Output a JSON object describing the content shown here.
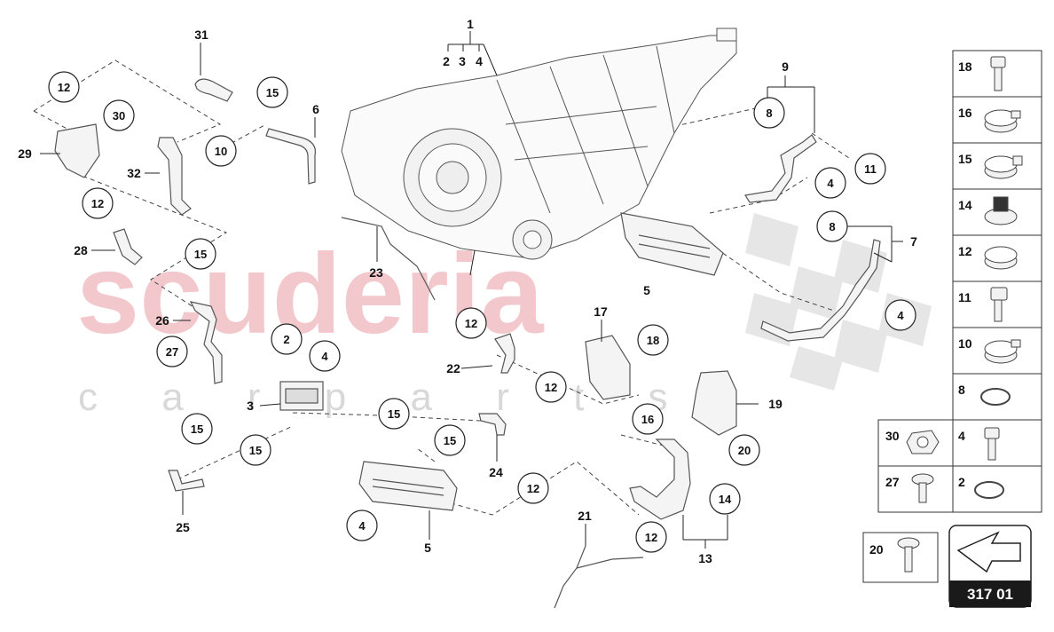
{
  "watermark": {
    "brand": "scuderia",
    "sub": "c a r p a r t s",
    "brand_color": "#e89ba3",
    "sub_color": "#d9d9d9"
  },
  "labels": {
    "l1": "1",
    "l2": "2",
    "l3": "3",
    "l4": "4",
    "l6": "6",
    "l9": "9",
    "l7": "7",
    "l31": "31",
    "l29": "29",
    "l32": "32",
    "l28": "28",
    "l26": "26",
    "l23": "23",
    "l5a": "5",
    "l17": "17",
    "l22": "22",
    "l3b": "3",
    "l19": "19",
    "l24": "24",
    "l25": "25",
    "l5b": "5",
    "l21": "21",
    "l13": "13"
  },
  "callouts": {
    "c12a": "12",
    "c15a": "15",
    "c30": "30",
    "c10": "10",
    "c12b": "12",
    "c15b": "15",
    "c27": "27",
    "c15c": "15",
    "c15d": "15",
    "c2": "2",
    "c4a": "4",
    "c15e": "15",
    "c15f": "15",
    "c4b": "4",
    "c12c": "12",
    "c12d": "12",
    "c18": "18",
    "c16": "16",
    "c20": "20",
    "c14": "14",
    "c12e": "12",
    "c12f": "12",
    "c8a": "8",
    "c4c": "4",
    "c11": "11",
    "c8b": "8",
    "c4d": "4"
  },
  "parts_table": {
    "r18": "18",
    "r16": "16",
    "r15": "15",
    "r14": "14",
    "r12": "12",
    "r11": "11",
    "r10": "10",
    "r8": "8",
    "r30": "30",
    "r4": "4",
    "r27": "27",
    "r2": "2",
    "r20": "20"
  },
  "reference": {
    "code": "317 01",
    "bg_color": "#1a1a1a",
    "accent": "#ffffff"
  },
  "colors": {
    "line": "#222222",
    "part": "#555555",
    "part_fill": "#f4f4f4",
    "dashed": "#444444"
  }
}
